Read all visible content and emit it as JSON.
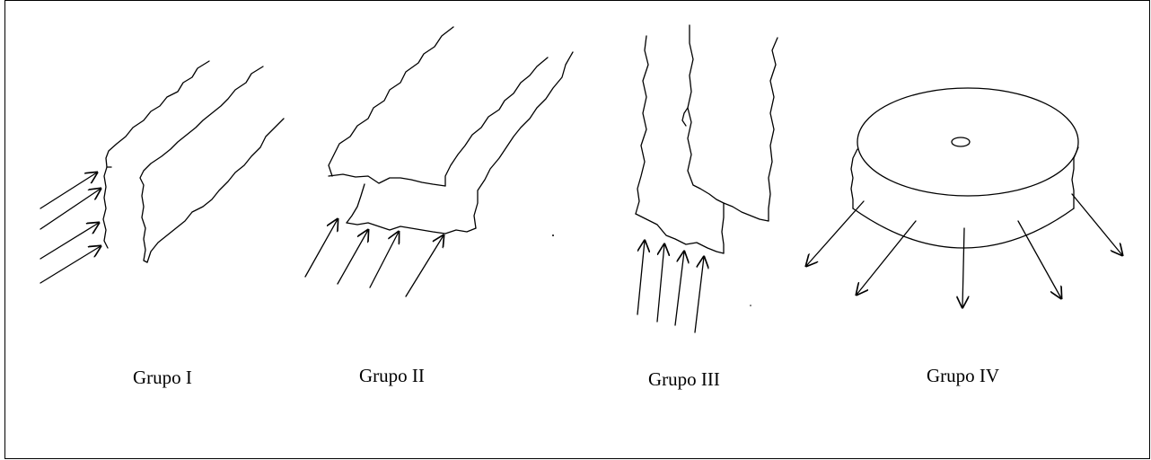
{
  "groups": [
    {
      "label": "Grupo I"
    },
    {
      "label": "Grupo II"
    },
    {
      "label": "Grupo III"
    },
    {
      "label": "Grupo IV"
    }
  ],
  "colors": {
    "line": "#000000",
    "background": "#ffffff"
  }
}
